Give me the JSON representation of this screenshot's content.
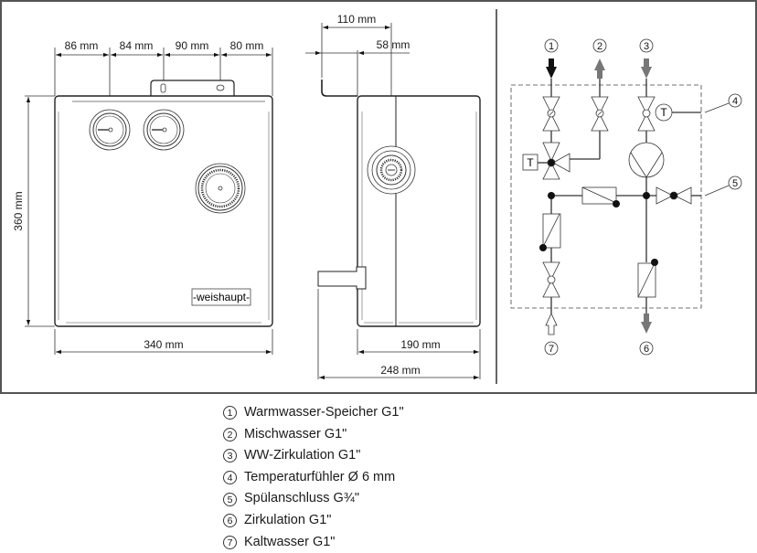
{
  "front_view": {
    "dimensions_top": [
      "86 mm",
      "84 mm",
      "90 mm",
      "80 mm"
    ],
    "height_label": "360 mm",
    "width_label": "340 mm",
    "brand_label": "-weishaupt-"
  },
  "side_view": {
    "offset_top_label": "110 mm",
    "offset_second_label": "58 mm",
    "depth_label": "190 mm",
    "total_depth_label": "248 mm"
  },
  "schematic": {
    "port_labels": [
      "1",
      "2",
      "3",
      "4",
      "5",
      "6",
      "7"
    ],
    "sensor_symbol": "T",
    "arrow_colors": {
      "inflow_dark": "#111111",
      "grey": "#777777"
    }
  },
  "legend": [
    {
      "num": "1",
      "text": "Warmwasser-Speicher G1\""
    },
    {
      "num": "2",
      "text": "Mischwasser G1\""
    },
    {
      "num": "3",
      "text": "WW-Zirkulation G1\""
    },
    {
      "num": "4",
      "text": "Temperaturfühler Ø 6 mm"
    },
    {
      "num": "5",
      "text": "Spülanschluss G¾\""
    },
    {
      "num": "6",
      "text": "Zirkulation G1\""
    },
    {
      "num": "7",
      "text": "Kaltwasser G1\""
    }
  ]
}
